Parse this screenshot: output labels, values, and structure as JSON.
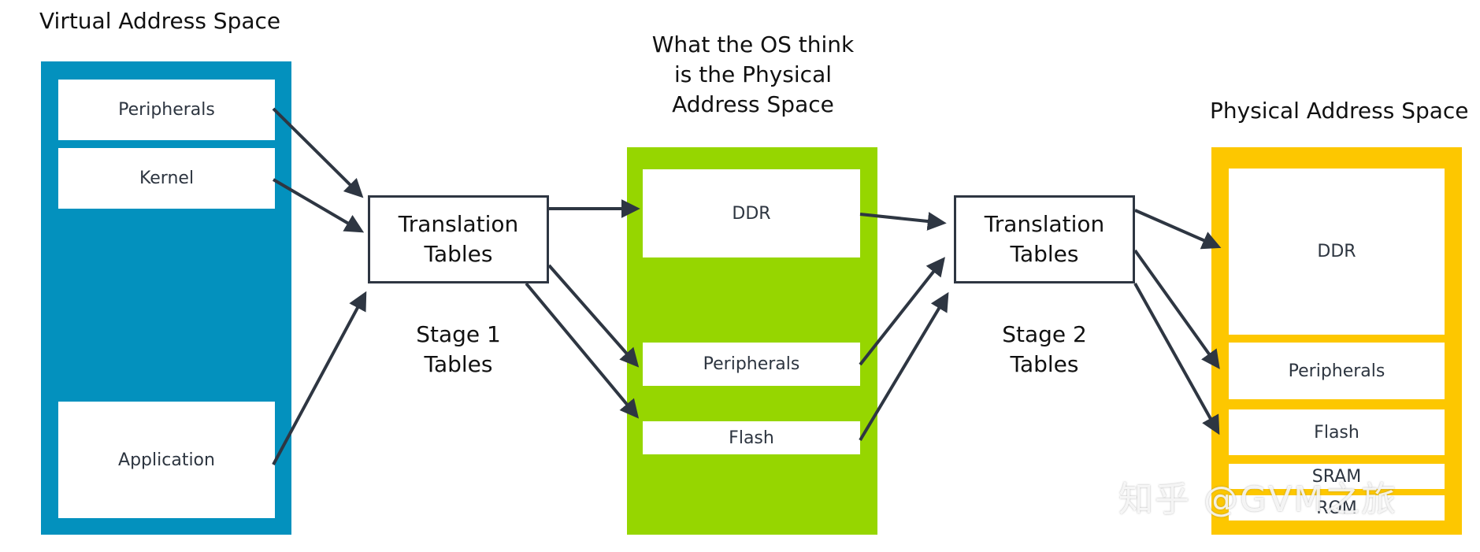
{
  "titles": {
    "virtual": "Virtual Address Space",
    "os_line1": "What the OS think",
    "os_line2": "is the Physical",
    "os_line3": "Address Space",
    "physical": "Physical Address Space"
  },
  "virtual_regions": {
    "peripherals": "Peripherals",
    "kernel": "Kernel",
    "application": "Application"
  },
  "os_regions": {
    "ddr": "DDR",
    "peripherals": "Peripherals",
    "flash": "Flash"
  },
  "physical_regions": {
    "ddr": "DDR",
    "peripherals": "Peripherals",
    "flash": "Flash",
    "sram": "SRAM",
    "rom": "ROM"
  },
  "translation": {
    "line1": "Translation",
    "line2": "Tables"
  },
  "stages": {
    "stage1_line1": "Stage 1",
    "stage1_line2": "Tables",
    "stage2_line1": "Stage 2",
    "stage2_line2": "Tables"
  },
  "watermark": "知乎 @GVM之旅",
  "colors": {
    "virtual": "#0391be",
    "os_physical": "#96d600",
    "physical": "#fdc700",
    "arrow": "#2e3642"
  }
}
